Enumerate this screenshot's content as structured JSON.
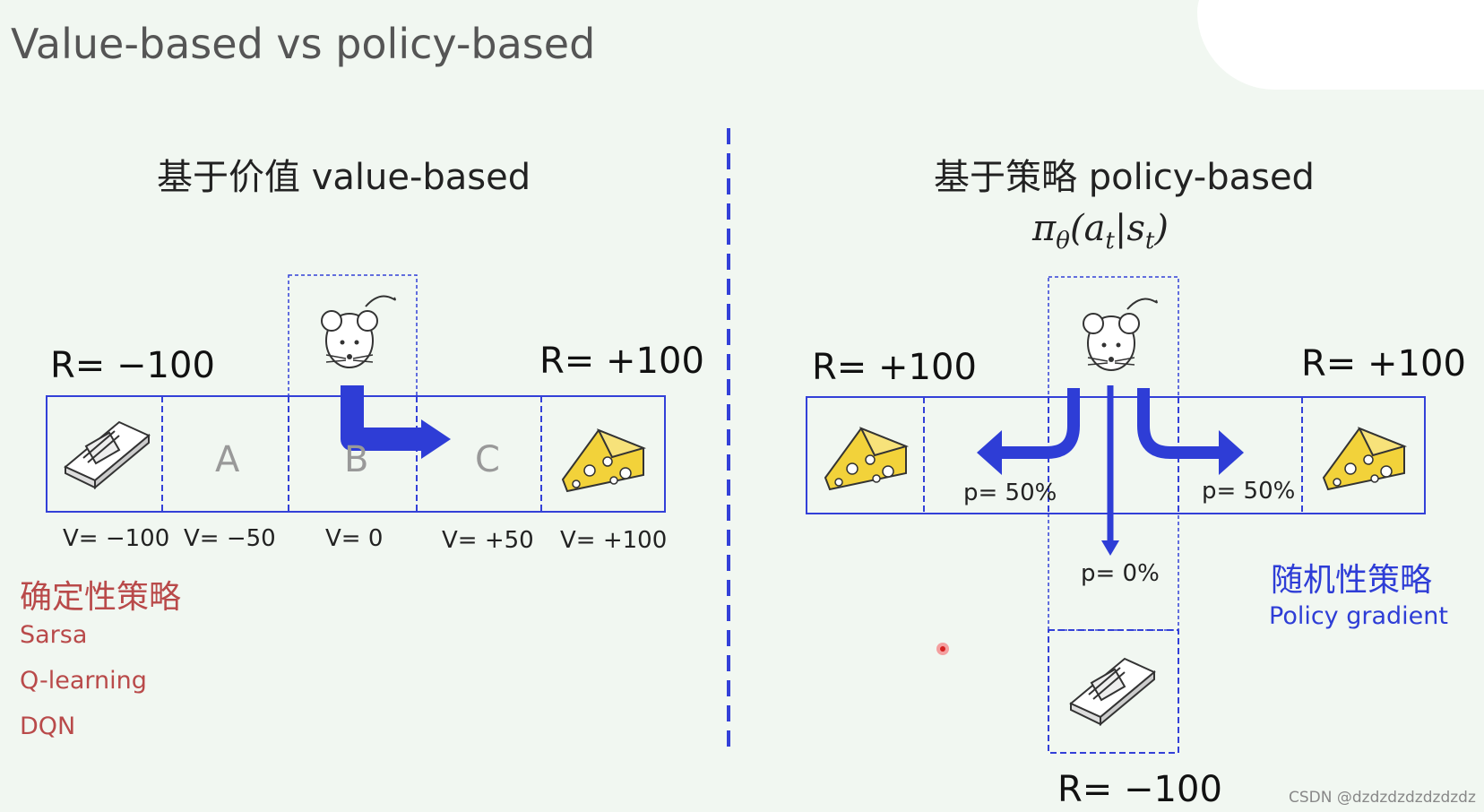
{
  "slide": {
    "title": "Value-based vs policy-based"
  },
  "left": {
    "title": "基于价值 value-based",
    "reward_left": "R= −100",
    "reward_right": "R= +100",
    "states": [
      "A",
      "B",
      "C"
    ],
    "values": [
      "V= −100",
      "V= −50",
      "V= 0",
      "V= +50",
      "V= +100"
    ],
    "category": "确定性策略",
    "algorithms": [
      "Sarsa",
      "Q-learning",
      "DQN"
    ]
  },
  "right": {
    "title": "基于策略 policy-based",
    "formula": {
      "pi": "π",
      "theta": "θ",
      "a": "a",
      "t1": "t",
      "s": "s",
      "t2": "t"
    },
    "reward_left": "R= +100",
    "reward_right": "R= +100",
    "reward_bottom": "R= −100",
    "prob_left": "p= 50%",
    "prob_right": "p= 50%",
    "prob_down": "p= 0%",
    "category": "随机性策略",
    "method": "Policy gradient"
  },
  "watermark": "CSDN @dzdzdzdzdzdzdz",
  "colors": {
    "grid": "#3340d8",
    "arrow": "#2e3dd6",
    "deterministic": "#b94a4a",
    "stochastic": "#2e3dd6",
    "cheese": "#f2d23a"
  },
  "icons": [
    "mouse-icon",
    "mousetrap-icon",
    "cheese-icon"
  ]
}
